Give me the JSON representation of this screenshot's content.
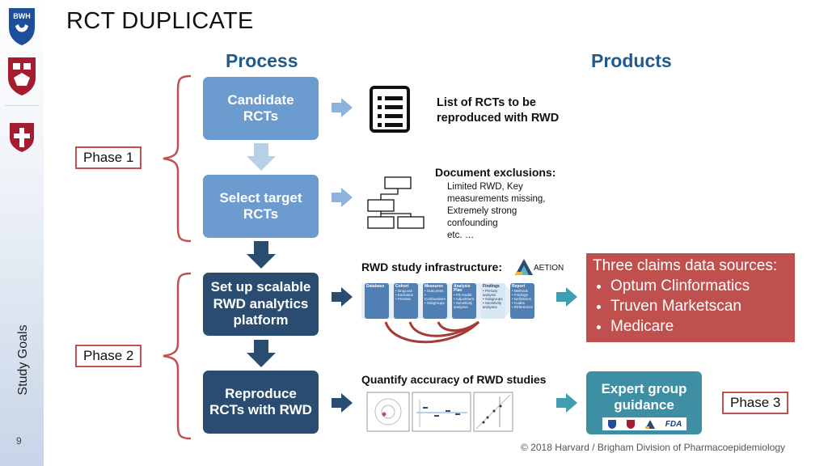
{
  "slide": {
    "title": "RCT DUPLICATE",
    "vertical_label": "Study Goals",
    "page_number": "9",
    "footer": "© 2018 Harvard / Brigham Division of Pharmacoepidemiology"
  },
  "sidebar": {
    "logos": [
      "BWH",
      "harvard-shield-icon",
      "harvard-shield-small-icon"
    ]
  },
  "columns": {
    "process": "Process",
    "products": "Products"
  },
  "phases": [
    "Phase 1",
    "Phase 2",
    "Phase 3"
  ],
  "process_steps": [
    {
      "label": "Candidate\nRCTs"
    },
    {
      "label": "Select target\nRCTs"
    },
    {
      "label": "Set up scalable\nRWD analytics\nplatform"
    },
    {
      "label": "Reproduce\nRCTs with RWD"
    }
  ],
  "products": {
    "list_rcts": "List of RCTs to be\nreproduced with RWD",
    "exclusions_title": "Document exclusions:",
    "exclusions_body": "Limited RWD, Key\nmeasurements missing,\nExtremely strong\nconfounding\netc. …",
    "infra_title": "RWD study infrastructure:",
    "aetion": "AETION",
    "infra_stages": [
      {
        "title": "Database",
        "items": ""
      },
      {
        "title": "Cohort",
        "items": "• Drug use\n• Exclusion\n• Preview"
      },
      {
        "title": "Measures",
        "items": "• Outcomes\n• Confounders\n• Subgroups"
      },
      {
        "title": "Analysis Plan",
        "items": "• PS model\n• Adjustment\n• Sensitivity\n  analyses"
      },
      {
        "title": "Findings",
        "items": "• Primary\n  analysis\n• Subgroups\n• Sensitivity\n  analyses"
      },
      {
        "title": "Report",
        "items": "• Methods\n• Findings\n• Definitions\n• Codes\n• References"
      }
    ],
    "accuracy_title": "Quantify accuracy of RWD studies",
    "claims_title": "Three claims data sources:",
    "claims_items": [
      "Optum Clinformatics",
      "Truven Marketscan",
      "Medicare"
    ],
    "expert": "Expert group\nguidance",
    "expert_logos": [
      "BWH",
      "HMS",
      "AETION",
      "FDA"
    ]
  },
  "colors": {
    "light_blue": "#6c9bd0",
    "dark_blue": "#2a4c70",
    "red": "#c0504d",
    "teal": "#3f8fa4",
    "header_blue": "#1f5b8c"
  }
}
